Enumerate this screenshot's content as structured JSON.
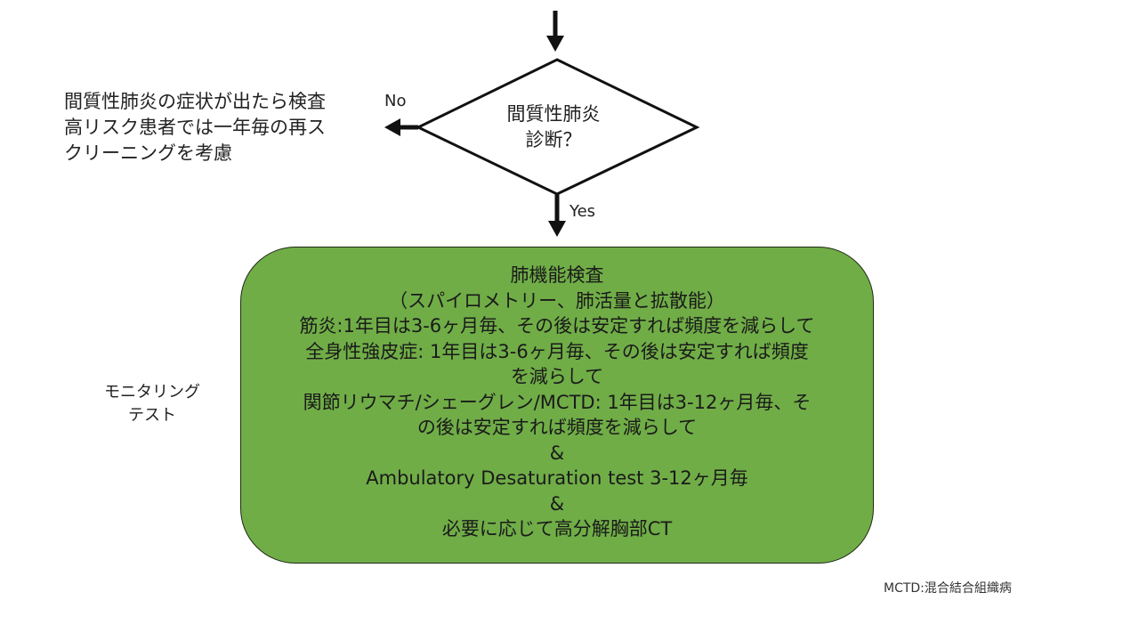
{
  "decision": {
    "lines": [
      "間質性肺炎",
      "診断？"
    ],
    "no_label": "No",
    "yes_label": "Yes"
  },
  "no_branch": {
    "lines": [
      "間質性肺炎の症状が出たら検査",
      "高リスク患者では一年毎の再ス",
      "クリーニングを考慮"
    ]
  },
  "monitoring_box": {
    "fill_color": "#70ad47",
    "lines": [
      "肺機能検査",
      "（スパイロメトリー、肺活量と拡散能）",
      "筋炎:1年目は3-6ヶ月毎、その後は安定すれば頻度を減らして",
      "全身性強皮症: 1年目は3-6ヶ月毎、その後は安定すれば頻度",
      "を減らして",
      "関節リウマチ/シェーグレン/MCTD: 1年目は3-12ヶ月毎、そ",
      "の後は安定すれば頻度を減らして",
      "&",
      "Ambulatory Desaturation test 3-12ヶ月毎",
      "&",
      "必要に応じて高分解胸部CT"
    ]
  },
  "side_label": {
    "lines": [
      "モニタリング",
      "テスト"
    ]
  },
  "footnote": "MCTD:混合結合組織病"
}
